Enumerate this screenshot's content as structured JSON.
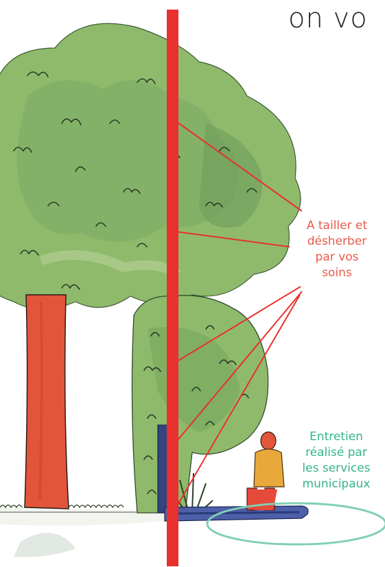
{
  "title": "on vo",
  "labels": {
    "owner_maintenance": "A tailler et\ndésherber\npar vos\nsoins",
    "municipal_maintenance": "Entretien\nréalisé par\nles services\nmunicipaux"
  },
  "colors": {
    "property_line": "#e8302e",
    "owner_text": "#e8584a",
    "municipal_text": "#34b58a",
    "municipal_ellipse": "#7fcfb6",
    "tree_trunk": "#e2553b",
    "foliage": "#8db86a",
    "person_jacket": "#e9a93a",
    "person_pants": "#e64a3a",
    "gate": "#34447f"
  }
}
